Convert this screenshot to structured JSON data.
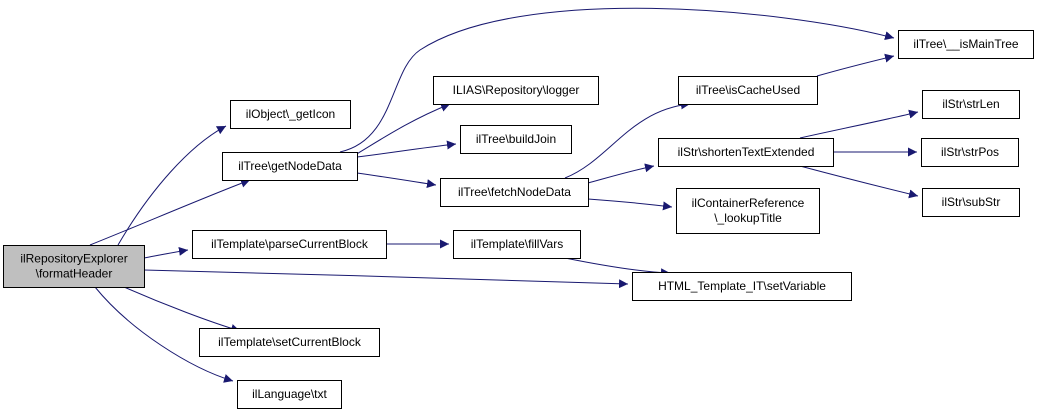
{
  "diagram": {
    "colors": {
      "node_fill": "#ffffff",
      "node_border": "#000000",
      "root_fill": "#bfbfbf",
      "edge": "#191970"
    },
    "nodes": {
      "root": {
        "lines": [
          "ilRepositoryExplorer",
          "\\formatHeader"
        ]
      },
      "getIcon": {
        "lines": [
          "ilObject\\_getIcon"
        ]
      },
      "getNodeData": {
        "lines": [
          "ilTree\\getNodeData"
        ]
      },
      "parseCurrentBlock": {
        "lines": [
          "ilTemplate\\parseCurrentBlock"
        ]
      },
      "setVariable": {
        "lines": [
          "HTML_Template_IT\\setVariable"
        ]
      },
      "setCurrentBlock": {
        "lines": [
          "ilTemplate\\setCurrentBlock"
        ]
      },
      "txt": {
        "lines": [
          "ilLanguage\\txt"
        ]
      },
      "isMainTree": {
        "lines": [
          "ilTree\\__isMainTree"
        ]
      },
      "logger": {
        "lines": [
          "ILIAS\\Repository\\logger"
        ]
      },
      "buildJoin": {
        "lines": [
          "ilTree\\buildJoin"
        ]
      },
      "fetchNodeData": {
        "lines": [
          "ilTree\\fetchNodeData"
        ]
      },
      "fillVars": {
        "lines": [
          "ilTemplate\\fillVars"
        ]
      },
      "isCacheUsed": {
        "lines": [
          "ilTree\\isCacheUsed"
        ]
      },
      "shortenTextExtended": {
        "lines": [
          "ilStr\\shortenTextExtended"
        ]
      },
      "lookupTitle": {
        "lines": [
          "ilContainerReference",
          "\\_lookupTitle"
        ]
      },
      "strLen": {
        "lines": [
          "ilStr\\strLen"
        ]
      },
      "strPos": {
        "lines": [
          "ilStr\\strPos"
        ]
      },
      "subStr": {
        "lines": [
          "ilStr\\subStr"
        ]
      }
    },
    "edges": [
      [
        "root",
        "getIcon"
      ],
      [
        "root",
        "getNodeData"
      ],
      [
        "root",
        "parseCurrentBlock"
      ],
      [
        "root",
        "setVariable"
      ],
      [
        "root",
        "setCurrentBlock"
      ],
      [
        "root",
        "txt"
      ],
      [
        "getNodeData",
        "isMainTree"
      ],
      [
        "getNodeData",
        "logger"
      ],
      [
        "getNodeData",
        "buildJoin"
      ],
      [
        "getNodeData",
        "fetchNodeData"
      ],
      [
        "fetchNodeData",
        "isCacheUsed"
      ],
      [
        "fetchNodeData",
        "shortenTextExtended"
      ],
      [
        "fetchNodeData",
        "lookupTitle"
      ],
      [
        "isCacheUsed",
        "isMainTree"
      ],
      [
        "shortenTextExtended",
        "strLen"
      ],
      [
        "shortenTextExtended",
        "strPos"
      ],
      [
        "shortenTextExtended",
        "subStr"
      ],
      [
        "parseCurrentBlock",
        "fillVars"
      ],
      [
        "fillVars",
        "setVariable"
      ]
    ]
  }
}
